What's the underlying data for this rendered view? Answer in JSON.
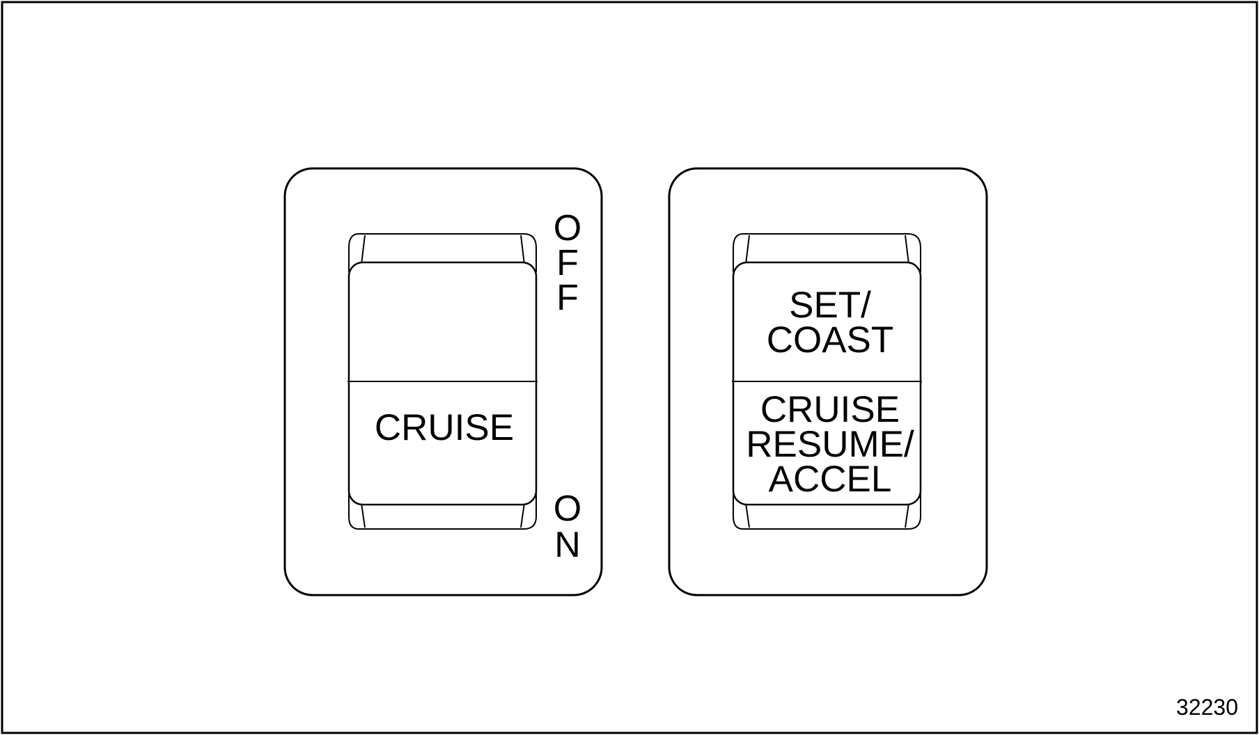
{
  "colors": {
    "stroke": "#000000",
    "background": "#ffffff"
  },
  "left_switch": {
    "label": "CRUISE",
    "position_off": [
      "O",
      "F",
      "F"
    ],
    "position_on": [
      "O",
      "N"
    ]
  },
  "right_switch": {
    "upper_label": [
      "SET/",
      "COAST"
    ],
    "lower_label": [
      "CRUISE",
      "RESUME/",
      "ACCEL"
    ]
  },
  "figure_number": "32230"
}
